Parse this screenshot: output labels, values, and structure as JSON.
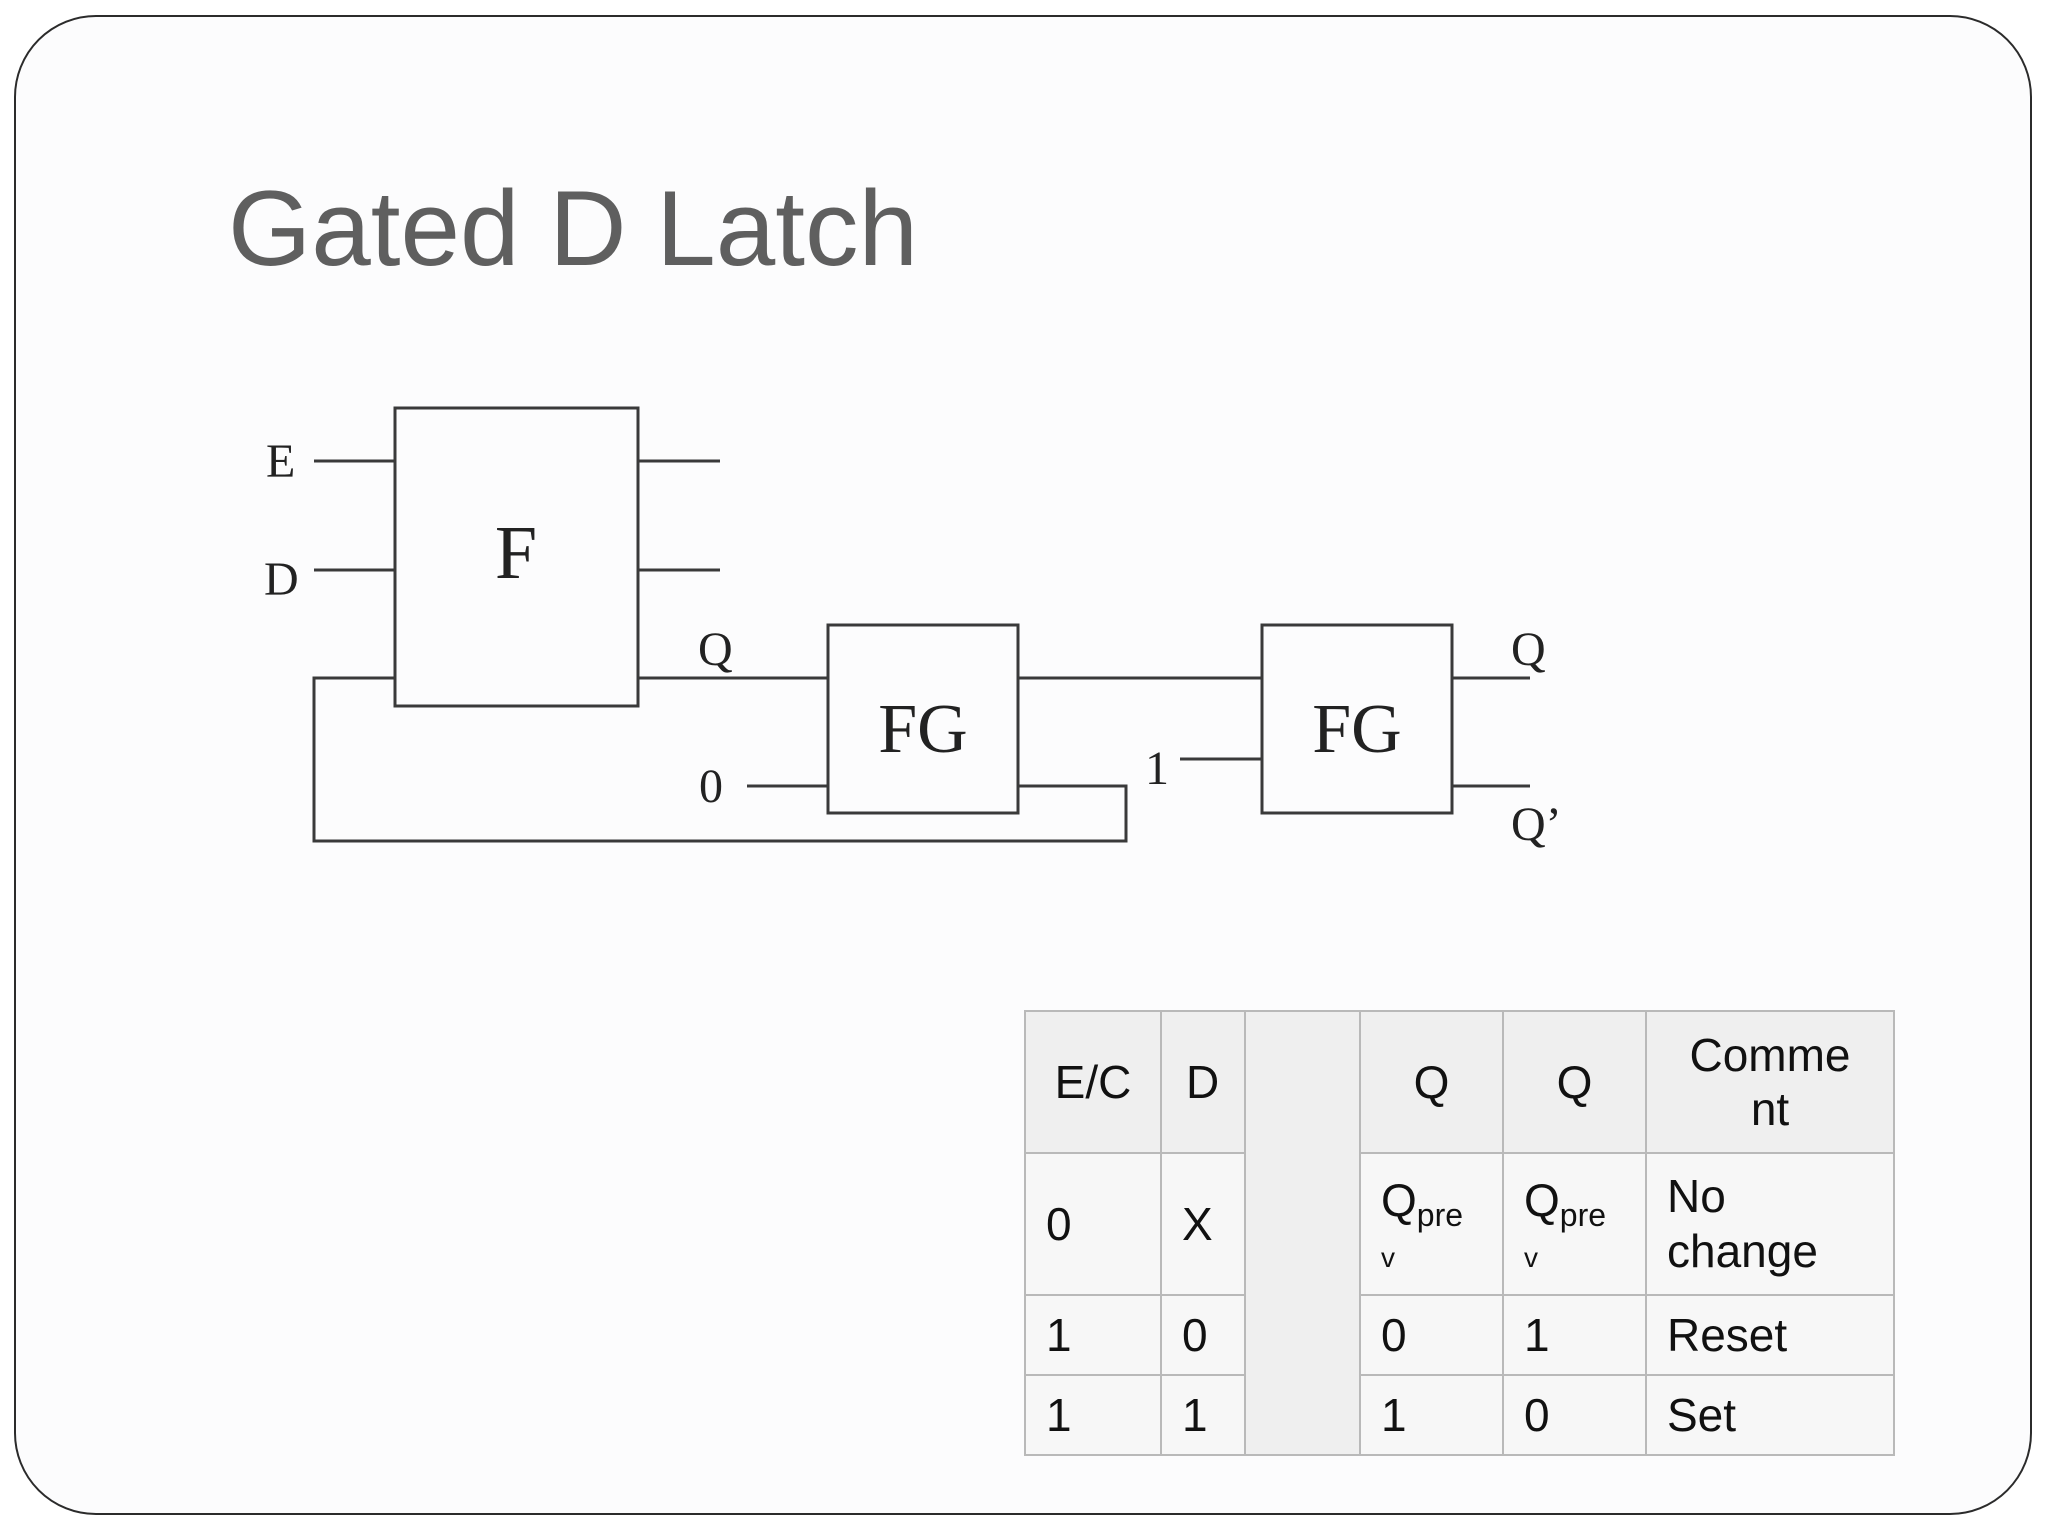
{
  "slide": {
    "title": "Gated D Latch"
  },
  "diagram": {
    "block_f": "F",
    "block_fg1": "FG",
    "block_fg2": "FG",
    "input_e": "E",
    "input_d": "D",
    "label_q_mid": "Q",
    "const_zero": "0",
    "const_one": "1",
    "output_q": "Q",
    "output_qbar": "Q’"
  },
  "table": {
    "headers": [
      "E/C",
      "D",
      "",
      "Q",
      "Q",
      "Comme nt"
    ],
    "rows": [
      {
        "ec": "0",
        "d": "X",
        "q": "Qprev",
        "q2": "Qprev",
        "comment": "No change"
      },
      {
        "ec": "1",
        "d": "0",
        "q": "0",
        "q2": "1",
        "comment": "Reset"
      },
      {
        "ec": "1",
        "d": "1",
        "q": "1",
        "q2": "0",
        "comment": "Set"
      }
    ],
    "qprev_main": "Q",
    "qprev_sub": "pre",
    "qprev_wrap": "v"
  }
}
